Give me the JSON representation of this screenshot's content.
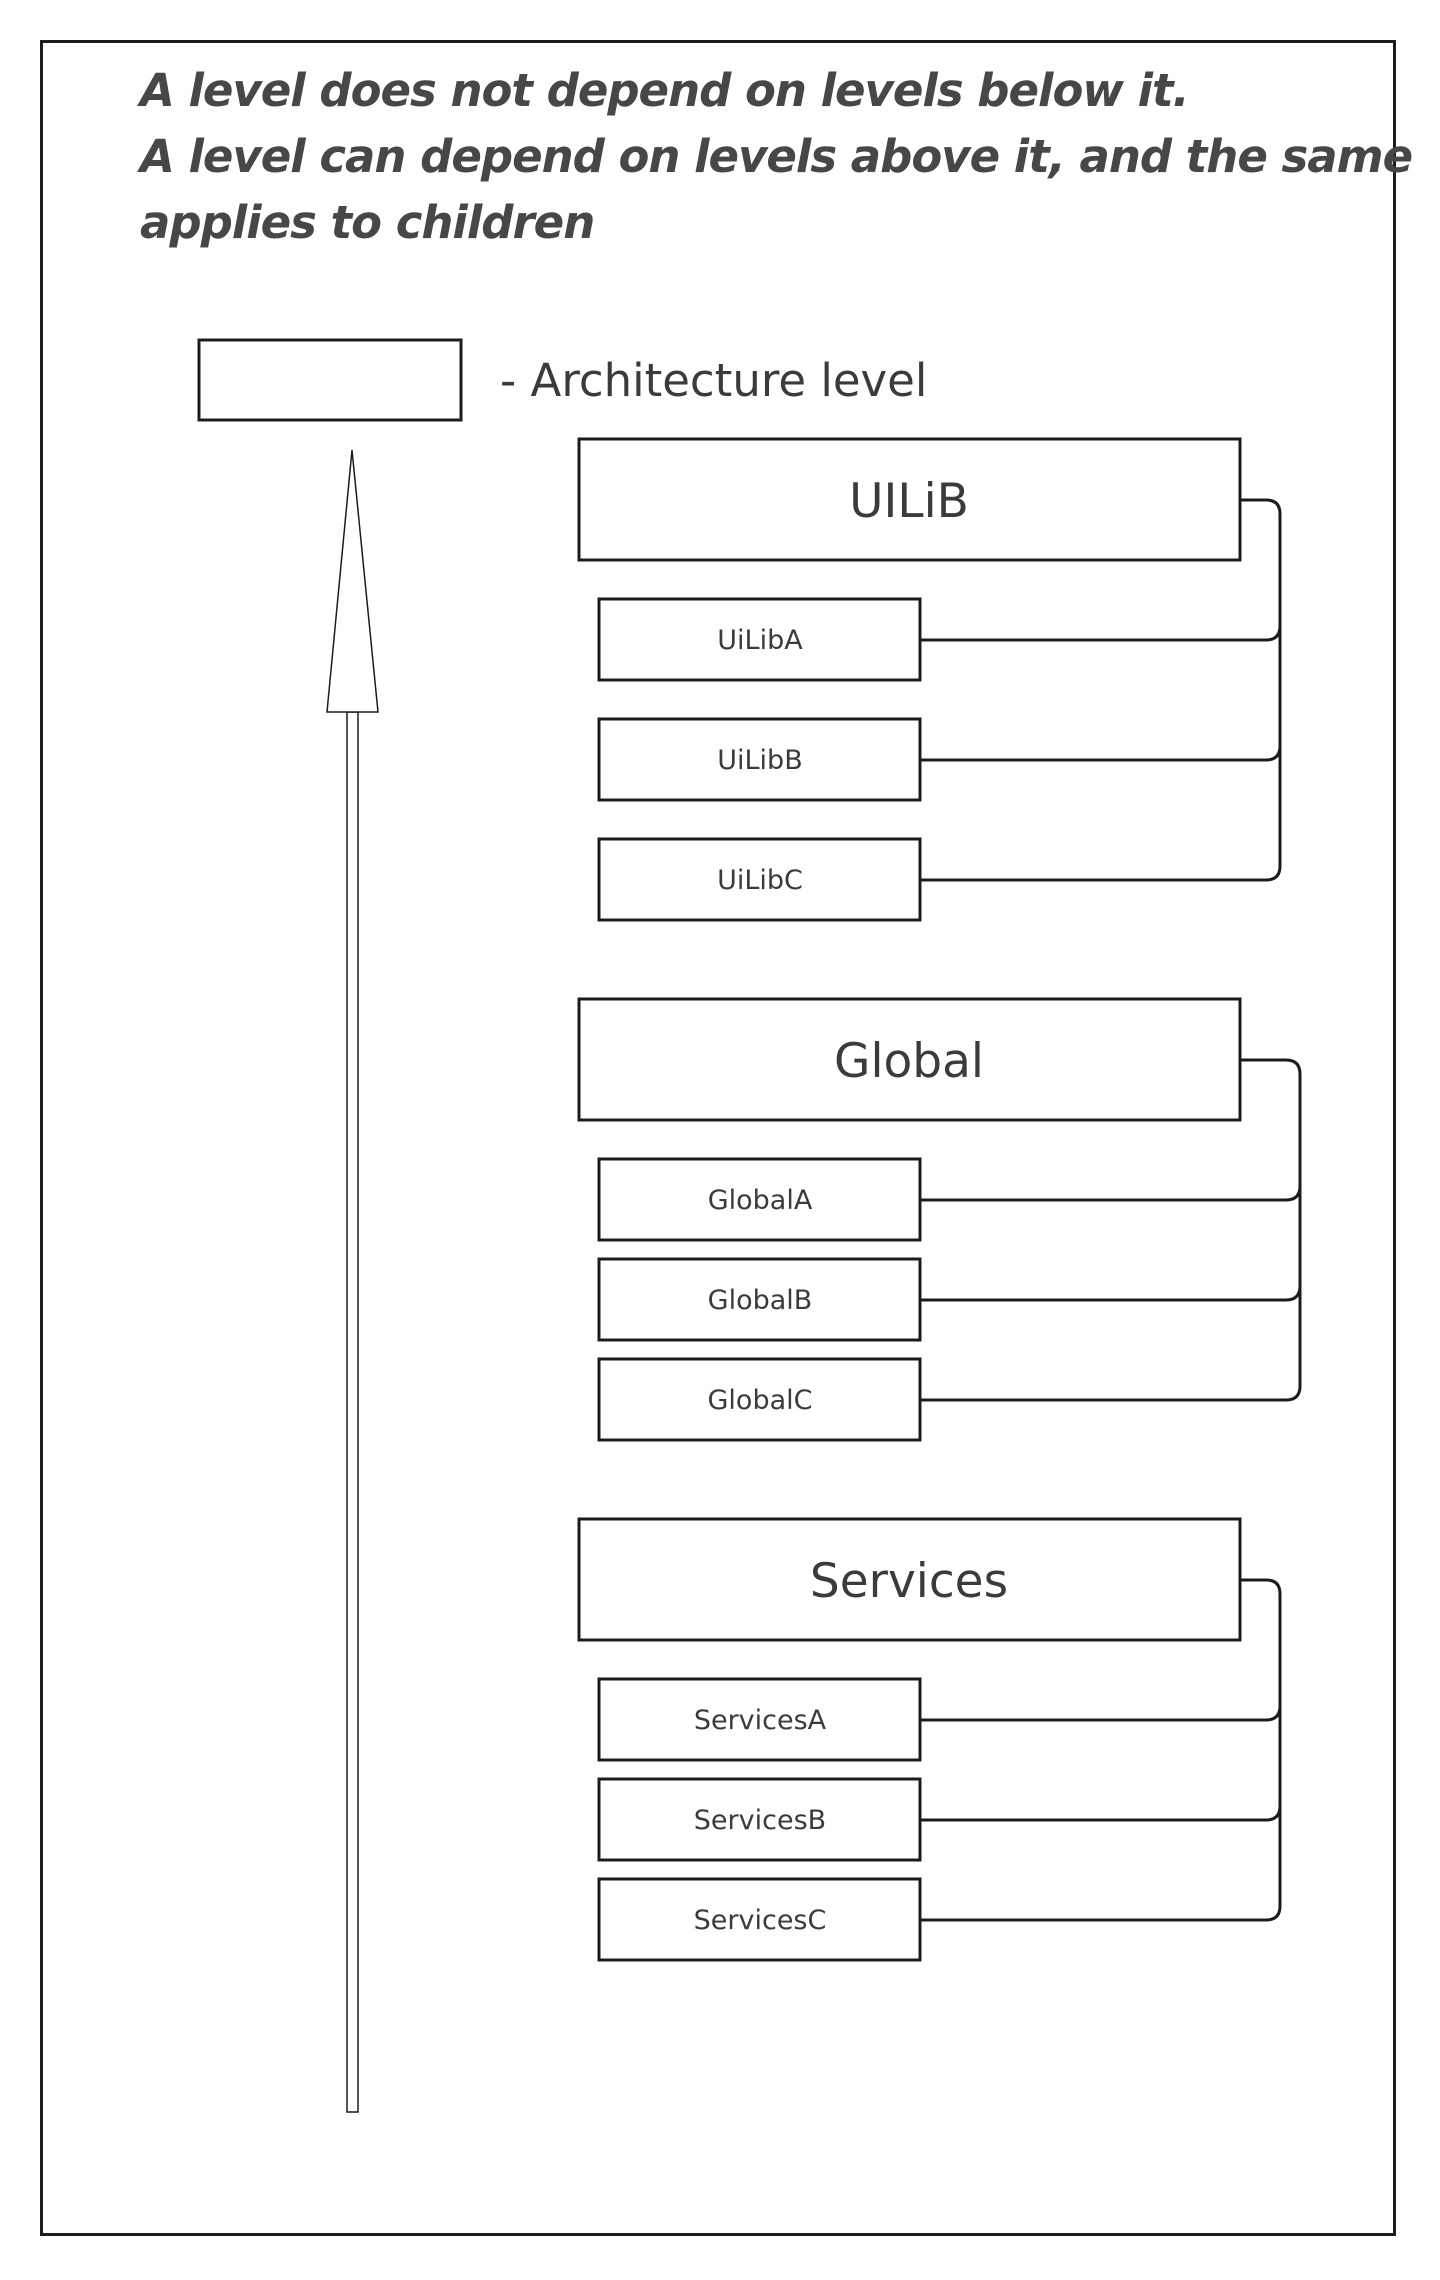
{
  "heading": {
    "line1": "A level does not depend on levels below it.",
    "line2": "A level can depend on levels above it, and the same",
    "line3": "applies to children"
  },
  "legend": {
    "label": "- Architecture level"
  },
  "groups": [
    {
      "title": "UILiB",
      "children": [
        "UiLibA",
        "UiLibB",
        "UiLibC"
      ]
    },
    {
      "title": "Global",
      "children": [
        "GlobalA",
        "GlobalB",
        "GlobalC"
      ]
    },
    {
      "title": "Services",
      "children": [
        "ServicesA",
        "ServicesB",
        "ServicesC"
      ]
    }
  ],
  "colors": {
    "stroke": "#1c1c1c",
    "text": "#3b3b3b"
  }
}
